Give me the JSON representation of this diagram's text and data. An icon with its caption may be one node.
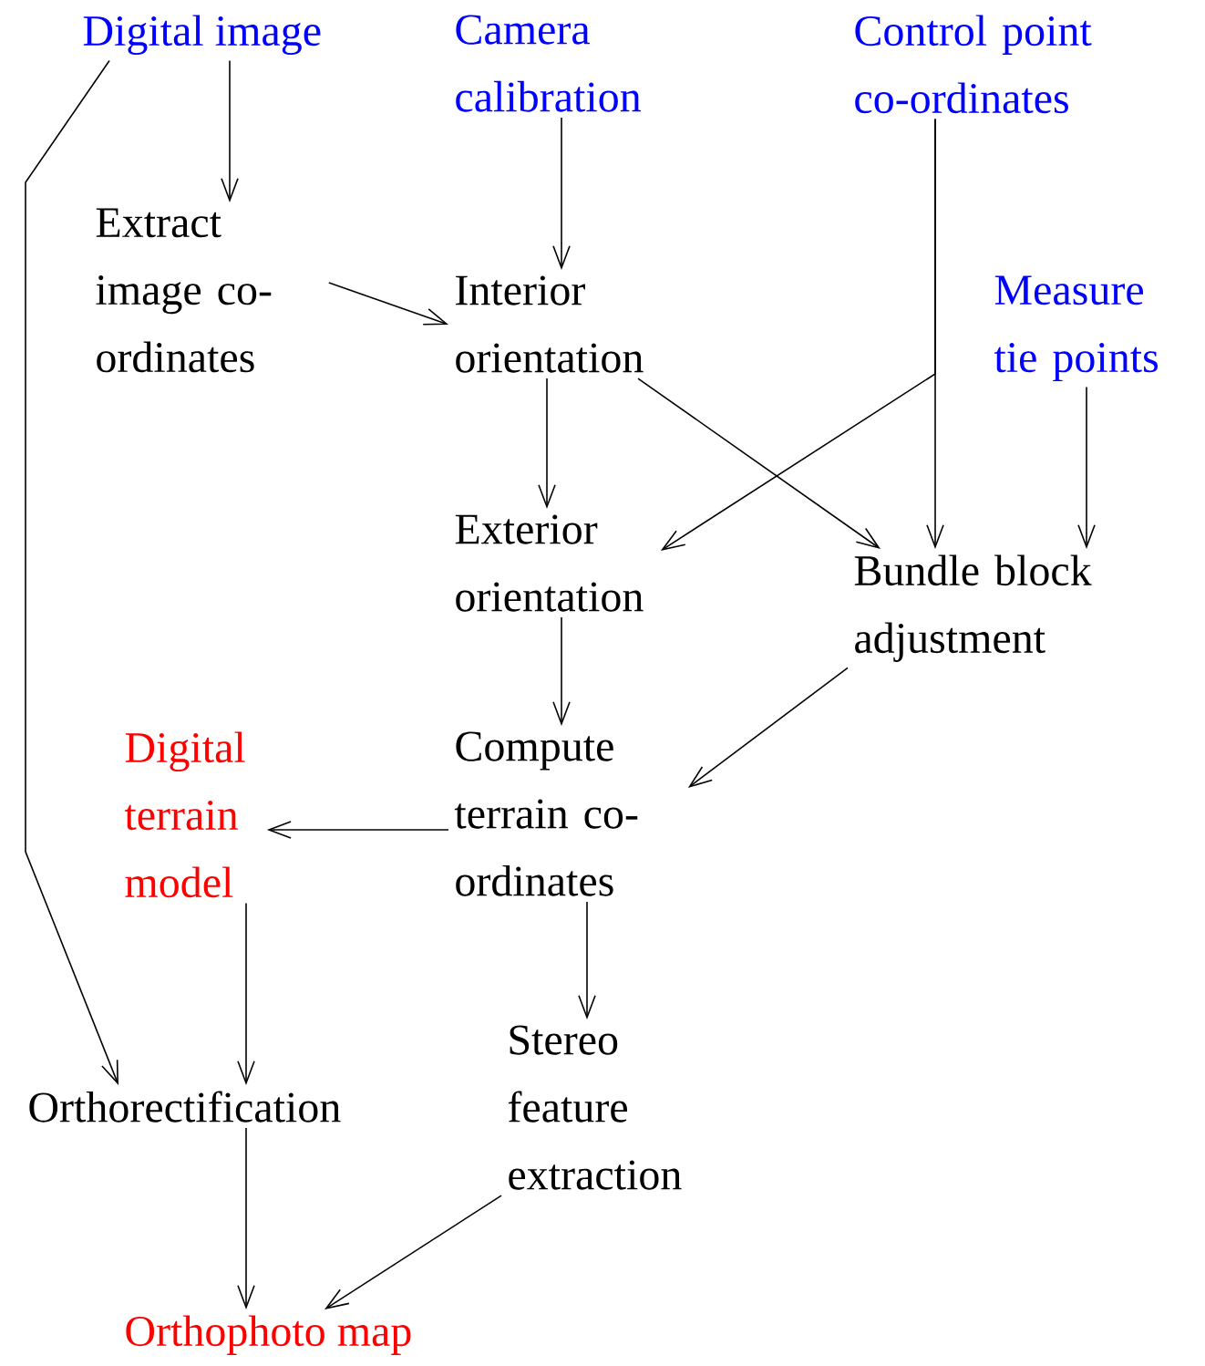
{
  "diagram": {
    "nodes": [
      {
        "text": [
          "Digital image"
        ]
      },
      {
        "text": [
          "Camera calibration"
        ]
      },
      {
        "text": [
          "Control point co-ordinates"
        ]
      },
      {
        "text": [
          "Extract image co-ordinates"
        ]
      },
      {
        "text": [
          "Interior orientation"
        ]
      },
      {
        "text": [
          "Measure tie points"
        ]
      },
      {
        "text": [
          "Exterior orientation"
        ]
      },
      {
        "text": [
          "Bundle block adjustment"
        ]
      },
      {
        "text": [
          "Digital terrain model"
        ]
      },
      {
        "text": [
          "Compute terrain co-ordinates"
        ]
      },
      {
        "text": [
          "Stereo feature extraction"
        ]
      },
      {
        "text": [
          "Orthorectification"
        ]
      },
      {
        "text": [
          "Orthophoto map"
        ]
      }
    ],
    "edges": [
      {
        "from": 0,
        "to": 3,
        "arrow": "to"
      },
      {
        "from": 1,
        "to": 4,
        "arrow": "to"
      },
      {
        "from": 3,
        "to": 4,
        "arrow": "to"
      },
      {
        "from": 2,
        "to": 7,
        "arrow": "to"
      },
      {
        "from": 2,
        "to": 6,
        "arrow": "to"
      },
      {
        "from": 4,
        "to": 6,
        "arrow": "to"
      },
      {
        "from": 4,
        "to": 7,
        "arrow": "to"
      },
      {
        "from": 5,
        "to": 7,
        "arrow": "to"
      },
      {
        "from": 6,
        "to": 9,
        "arrow": "to"
      },
      {
        "from": 7,
        "to": 9,
        "arrow": "to"
      },
      {
        "from": 9,
        "to": 8,
        "arrow": "to"
      },
      {
        "from": 9,
        "to": 10,
        "arrow": "to"
      },
      {
        "from": 0,
        "to": 11,
        "arrow": "to"
      },
      {
        "from": 8,
        "to": 11,
        "arrow": "to"
      },
      {
        "from": 11,
        "to": 12,
        "arrow": "to"
      },
      {
        "from": 10,
        "to": 12,
        "arrow": "to"
      }
    ]
  }
}
